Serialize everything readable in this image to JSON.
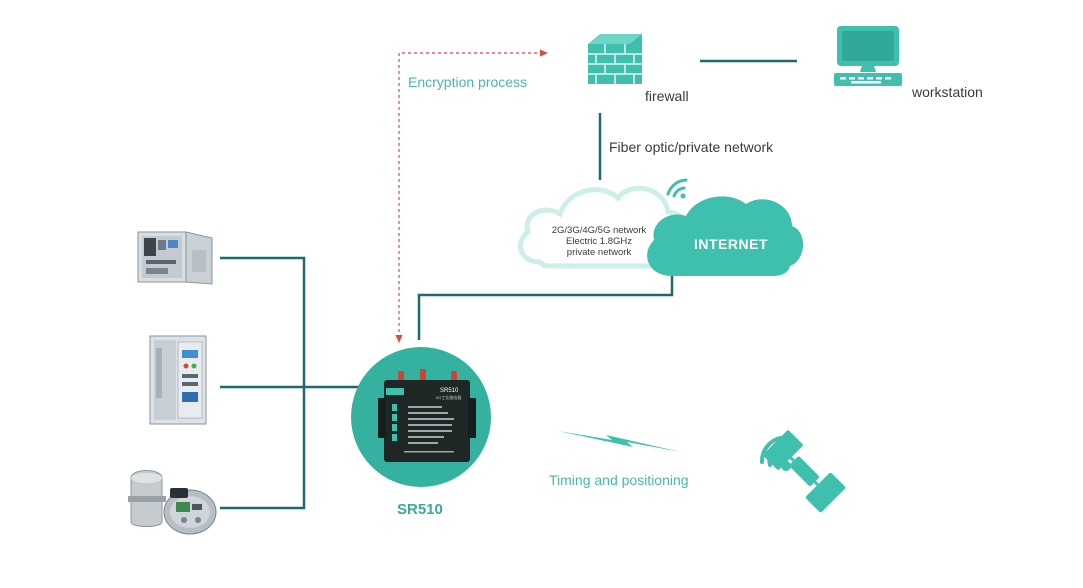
{
  "labels": {
    "encryption": "Encryption process",
    "firewall": "firewall",
    "workstation": "workstation",
    "fiber": "Fiber optic/private network",
    "cloud_line1": "2G/3G/4G/5G network",
    "cloud_line2": "Electric 1.8GHz",
    "cloud_line3": "private network",
    "internet": "INTERNET",
    "device": "SR510",
    "timing": "Timing and positioning",
    "device_brand": "SR510",
    "device_sub": "5G工业路由器"
  },
  "colors": {
    "line": "#1f6a6a",
    "teal": "#3fbfae",
    "teal_dark": "#2a9e8e",
    "dashed": "#e0473f",
    "text_teal": "#4ab8a9",
    "text_dark": "#3a3a3a"
  },
  "icons": [
    "brick-wall-icon",
    "desktop-computer-icon",
    "cloud-icon",
    "wifi-signal-icon",
    "lightning-icon",
    "satellite-icon",
    "electrical-cabinet-icon",
    "meter-box-icon"
  ]
}
